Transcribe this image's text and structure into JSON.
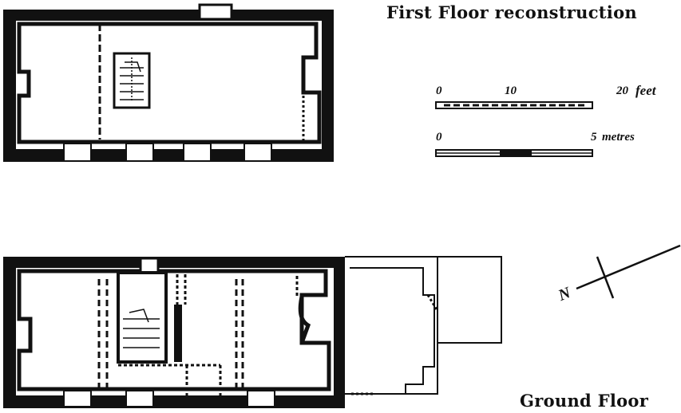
{
  "labels": {
    "first_floor": "First Floor reconstruction",
    "ground_floor": "Ground Floor",
    "north": "N"
  },
  "scale_feet": {
    "ticks": [
      "0",
      "10",
      "20"
    ],
    "unit": "feet"
  },
  "scale_metres": {
    "ticks": [
      "0",
      "5"
    ],
    "unit": "metres"
  },
  "colors": {
    "ink": "#111111",
    "paper": "#ffffff"
  }
}
